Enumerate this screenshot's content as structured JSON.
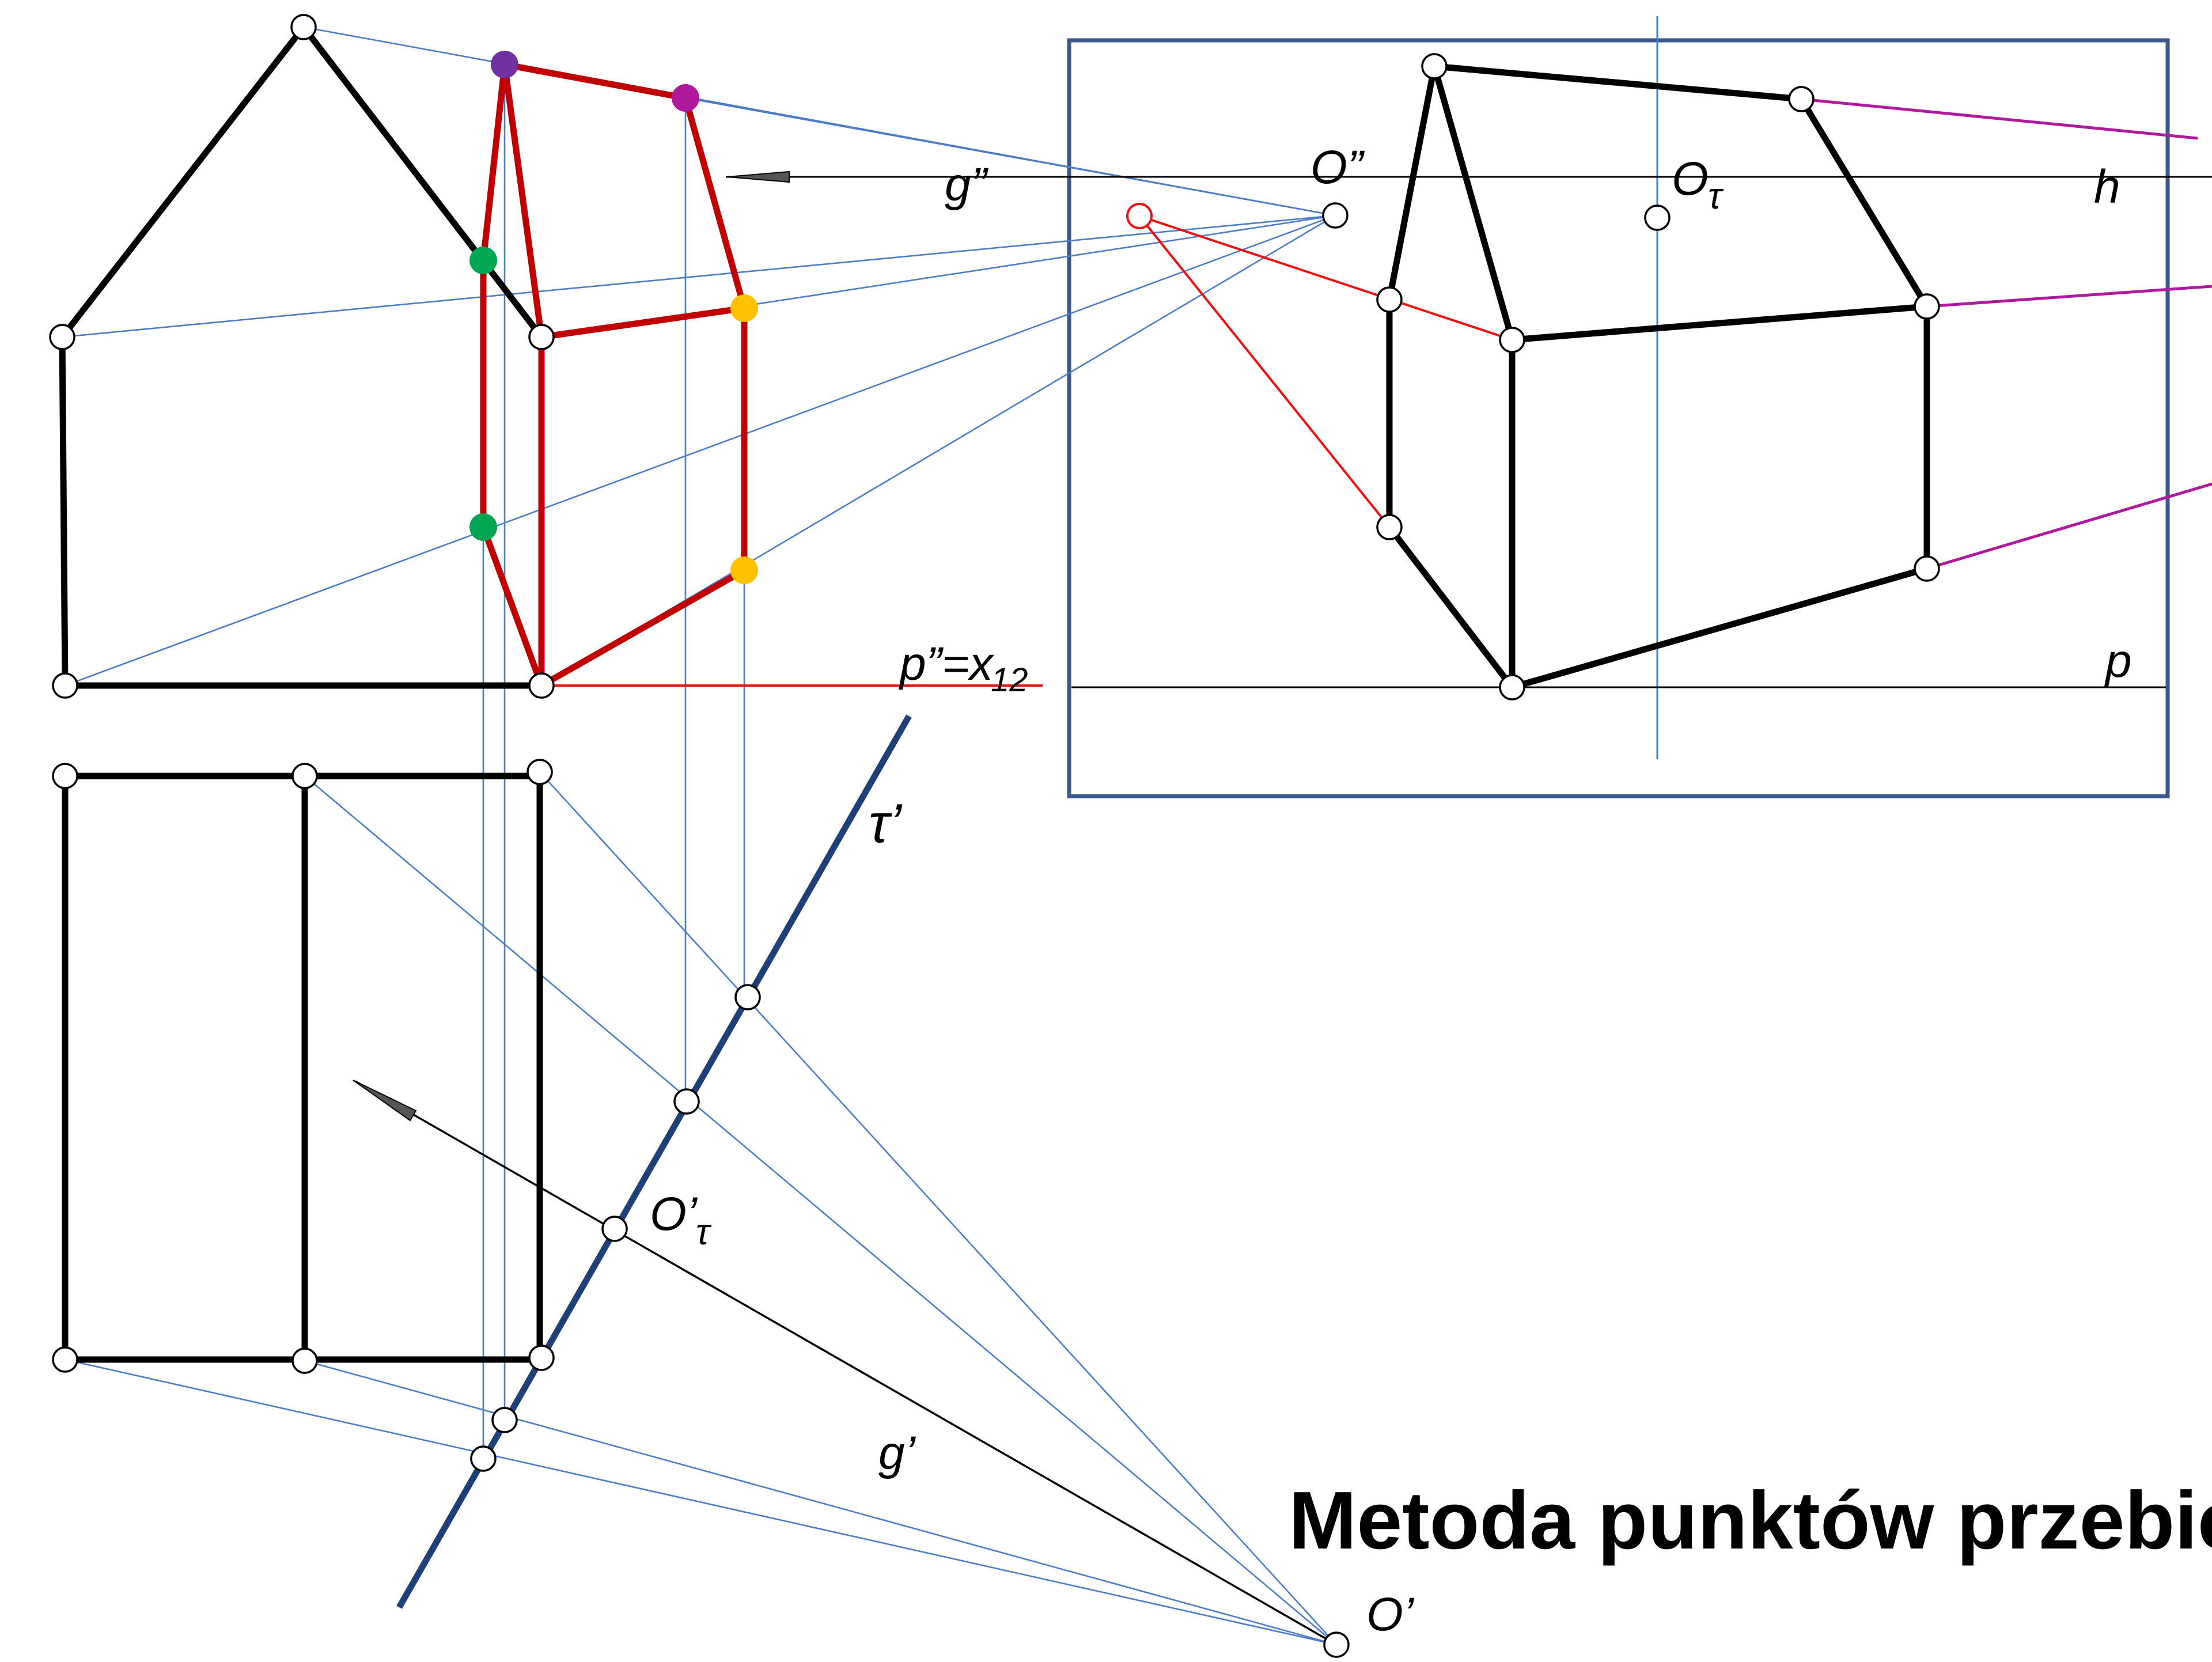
{
  "title": "Metoda punktów przebicia",
  "labels": {
    "g_dd": "g”",
    "O_dd": "O”",
    "O_tau": "O",
    "tau_sym": "τ",
    "h": "h",
    "p_dd": "p”=x",
    "sub12": "12",
    "p": "p",
    "tau_p": "τ’",
    "O_p_tau": "O’",
    "g_p": "g’",
    "O_p": "O’"
  },
  "colors": {
    "black": "#000000",
    "red": "#c00000",
    "bright_red": "#ee1111",
    "ray_blue": "#4a7cc7",
    "trace_blue": "#1f3f77",
    "frame_blue": "#3b5a8a",
    "magenta": "#b0189e",
    "purple": "#7030a0",
    "green": "#00a651",
    "gold": "#ffc000",
    "title_blue": "#1565c0"
  },
  "icons": {
    "point": "open-circle-icon",
    "arrow": "arrowhead-icon"
  }
}
